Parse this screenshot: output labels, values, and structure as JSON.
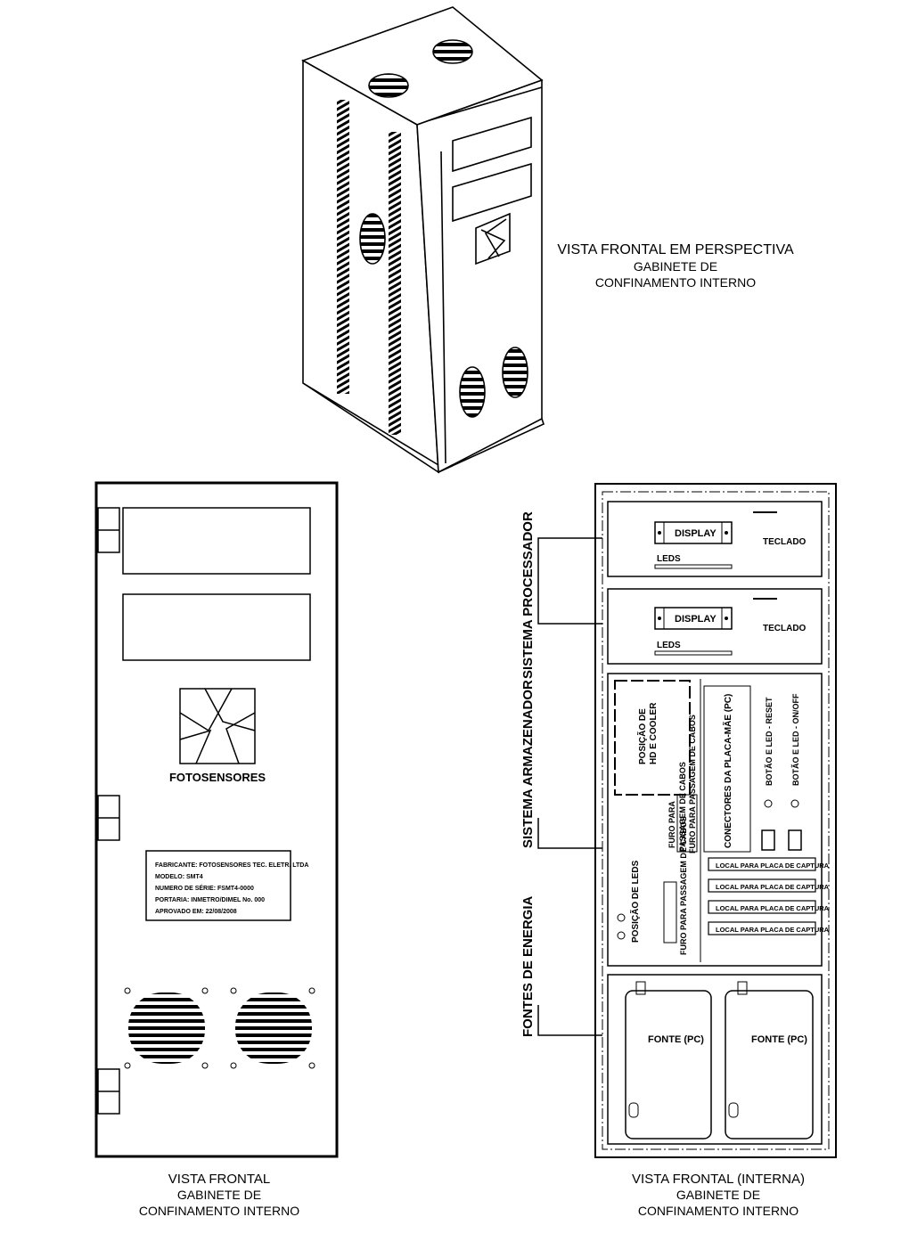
{
  "perspective": {
    "title": "VISTA FRONTAL EM PERSPECTIVA",
    "line2": "GABINETE DE",
    "line3": "CONFINAMENTO INTERNO"
  },
  "front": {
    "title": "VISTA FRONTAL",
    "line2": "GABINETE DE",
    "line3": "CONFINAMENTO INTERNO",
    "logo_text": "FOTOSENSORES",
    "plate": [
      "FABRICANTE: FOTOSENSORES TEC. ELETR. LTDA",
      "MODELO: SMT4",
      "NUMERO DE SÉRIE: FSMT4-0000",
      "PORTARIA: INMETRO/DIMEL No. 000",
      "APROVADO EM: 22/08/2008"
    ]
  },
  "internal": {
    "title": "VISTA FRONTAL (INTERNA)",
    "line2": "GABINETE DE",
    "line3": "CONFINAMENTO INTERNO",
    "side_labels": {
      "processador": "SISTEMA PROCESSADOR",
      "armazenador": "SISTEMA ARMAZENADOR",
      "energia": "FONTES DE ENERGIA"
    },
    "display": "DISPLAY",
    "teclado": "TECLADO",
    "leds": "LEDS",
    "pos_hd_1": "POSIÇÃO DE",
    "pos_hd_2": "HD E COOLER",
    "furo_1_a": "FURO PARA",
    "furo_1_b": "PASSAGEM DE CABOS",
    "furo_2": "FURO PARA PASSAGEM DE CABOS",
    "furo_3": "FURO PARA PASSAGEM DE CABOS",
    "pos_leds": "POSIÇÃO DE LEDS",
    "conectores": "CONECTORES DA PLACA-MÃE (PC)",
    "botao_reset": "BOTÃO E LED - RESET",
    "botao_onoff": "BOTÃO E LED - ON/OFF",
    "captura": "LOCAL PARA PLACA DE CAPTURA",
    "fonte": "FONTE (PC)"
  }
}
